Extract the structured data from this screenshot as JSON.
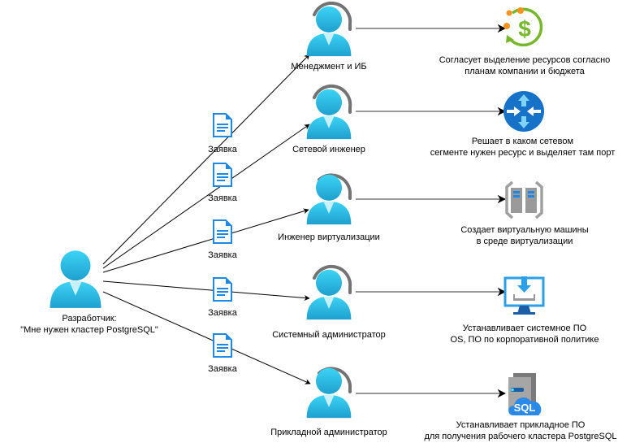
{
  "developer": {
    "label_line1": "Разработчик:",
    "label_line2": "\"Мне нужен кластер PostgreSQL\""
  },
  "request_label": "Заявка",
  "roles": [
    {
      "name": "Менеджмент и ИБ",
      "action_line1": "Согласует выделение ресурсов согласно",
      "action_line2": "планам компании и бюджета",
      "tool_icon": "cost-management-icon"
    },
    {
      "name": "Сетевой инженер",
      "action_line1": "Решает в каком сетевом",
      "action_line2": "сегменте нужен ресурс и выделяет там порт",
      "tool_icon": "network-router-icon"
    },
    {
      "name": "Инженер виртуализации",
      "action_line1": "Создает виртуальную машины",
      "action_line2": "в среде виртуализации",
      "tool_icon": "virtual-machines-icon"
    },
    {
      "name": "Системный администратор",
      "action_line1": "Устанавливает системное ПО",
      "action_line2": "OS, ПО по корпоративной политике",
      "tool_icon": "os-install-icon"
    },
    {
      "name": "Прикладной администратор",
      "action_line1": "Устанавливает прикладное ПО",
      "action_line2": "для получения рабочего кластера PostgreSQL",
      "tool_icon": "sql-server-icon"
    }
  ],
  "sql_badge": "SQL",
  "colors": {
    "person": "#32bfe6",
    "person_dark": "#1fa3d1",
    "headset": "#737373",
    "doc_blue": "#1e88e5",
    "green": "#76b82a",
    "orange": "#f7941d",
    "router": "#1672c9"
  }
}
